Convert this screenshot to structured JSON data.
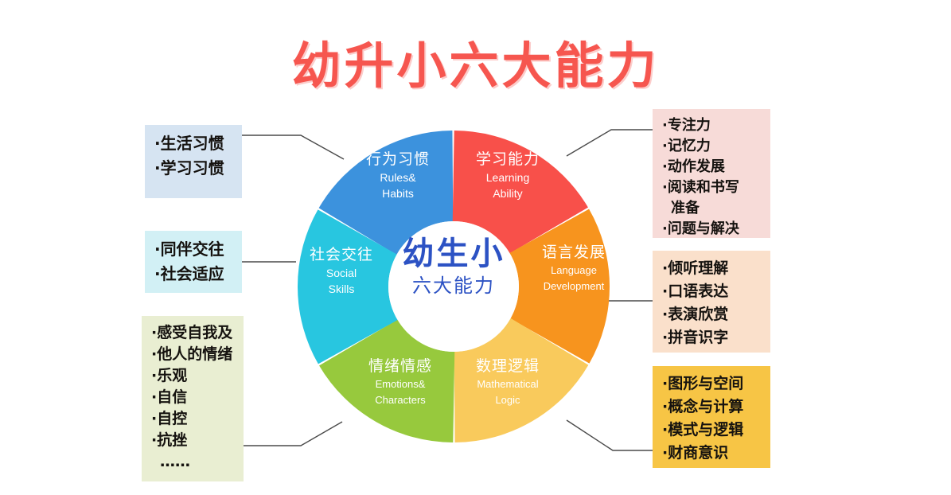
{
  "title": "幼升小六大能力",
  "center": {
    "main": "幼生小",
    "sub": "六大能力",
    "color": "#2c52c4"
  },
  "colors": {
    "rules": "#3c92dd",
    "learning": "#f8504a",
    "language": "#f7941e",
    "math": "#f9ca5c",
    "emotions": "#97c93d",
    "social": "#28c6e0",
    "title_red": "#f6564f",
    "center_blue": "#2c52c4"
  },
  "segments": [
    {
      "key": "rules",
      "cn": "行为习惯",
      "en_line1": "Rules&",
      "en_line2": "Habits",
      "color": "#3c92dd"
    },
    {
      "key": "learning",
      "cn": "学习能力",
      "en_line1": "Learning",
      "en_line2": "Ability",
      "color": "#f8504a"
    },
    {
      "key": "language",
      "cn": "语言发展",
      "en_line1": "Language",
      "en_line2": "Development",
      "color": "#f7941e"
    },
    {
      "key": "math",
      "cn": "数理逻辑",
      "en_line1": "Mathematical",
      "en_line2": "Logic",
      "color": "#f9ca5c"
    },
    {
      "key": "emotions",
      "cn": "情绪情感",
      "en_line1": "Emotions&",
      "en_line2": "Characters",
      "color": "#97c93d"
    },
    {
      "key": "social",
      "cn": "社会交往",
      "en_line1": "Social",
      "en_line2": "Skills",
      "color": "#28c6e0"
    }
  ],
  "notes": {
    "habits": {
      "background": "#d6e4f2",
      "lines": [
        "·生活习惯",
        "·学习习惯"
      ]
    },
    "social": {
      "background": "#d2f0f5",
      "lines": [
        "·同伴交往",
        "·社会适应"
      ]
    },
    "emotions": {
      "background": "#e9eed2",
      "lines": [
        "·感受自我及",
        "·他人的情绪",
        "·乐观",
        "·自信",
        "·自控",
        "·抗挫",
        "……"
      ]
    },
    "learning": {
      "background": "#f7dbd8",
      "lines": [
        "·专注力",
        "·记忆力",
        "·动作发展",
        "·阅读和书写",
        "准备",
        "·问题与解决"
      ]
    },
    "language": {
      "background": "#fae0cb",
      "lines": [
        "·倾听理解",
        "·口语表达",
        "·表演欣赏",
        "·拼音识字"
      ]
    },
    "math": {
      "background": "#f7c545",
      "lines": [
        "·图形与空间",
        "·概念与计算",
        "·模式与逻辑",
        "·财商意识"
      ]
    }
  }
}
